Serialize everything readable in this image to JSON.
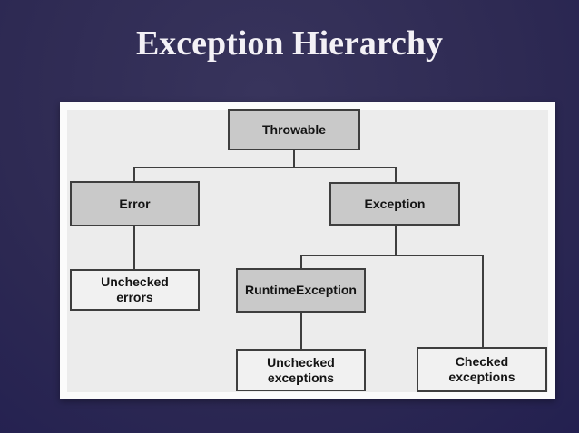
{
  "slide": {
    "title": "Exception Hierarchy",
    "background_color": "#2e2a53",
    "title_color": "#f3f1f6"
  },
  "diagram": {
    "description": "Java exception class hierarchy tree",
    "panel_colors": {
      "frame": "#fbfbfb",
      "canvas": "#ececec",
      "class_box_fill": "#c9c9c9",
      "category_box_fill": "#f1f1f1",
      "border_and_lines": "#3e3e3e",
      "label_text": "#141414"
    },
    "nodes": [
      {
        "id": "throwable",
        "label": "Throwable",
        "kind": "class"
      },
      {
        "id": "error",
        "label": "Error",
        "kind": "class"
      },
      {
        "id": "exception",
        "label": "Exception",
        "kind": "class"
      },
      {
        "id": "unchecked-errors",
        "label": "Unchecked\nerrors",
        "kind": "category"
      },
      {
        "id": "runtime-exception",
        "label": "RuntimeException",
        "kind": "class"
      },
      {
        "id": "unchecked-exceptions",
        "label": "Unchecked\nexceptions",
        "kind": "category"
      },
      {
        "id": "checked-exceptions",
        "label": "Checked\nexceptions",
        "kind": "category"
      }
    ],
    "edges": [
      {
        "from": "Throwable",
        "to": "Error"
      },
      {
        "from": "Throwable",
        "to": "Exception"
      },
      {
        "from": "Error",
        "to": "Unchecked errors"
      },
      {
        "from": "Exception",
        "to": "RuntimeException"
      },
      {
        "from": "Exception",
        "to": "Checked exceptions"
      },
      {
        "from": "RuntimeException",
        "to": "Unchecked exceptions"
      }
    ]
  }
}
